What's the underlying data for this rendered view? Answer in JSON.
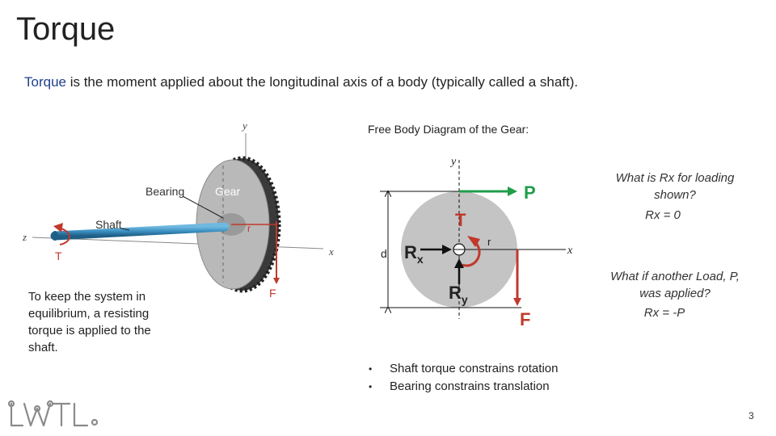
{
  "title": "Torque",
  "intro": {
    "keyword": "Torque",
    "rest": " is the moment applied about the longitudinal axis of a body (typically called a shaft)."
  },
  "left_diagram": {
    "axis_y": "y",
    "axis_z": "z",
    "axis_x": "x",
    "label_bearing": "Bearing",
    "label_gear": "Gear",
    "label_shaft": "Shaft",
    "label_r": "r",
    "label_T": "T",
    "label_F": "F"
  },
  "equilibrium_text": "To keep the system in equilibrium, a resisting torque is applied to the shaft.",
  "fbd": {
    "caption": "Free Body Diagram of the Gear:",
    "axis_y": "y",
    "axis_x": "x",
    "label_P": "P",
    "label_T": "T",
    "label_r": "r",
    "label_d": "d",
    "label_Rx_main": "R",
    "label_Rx_sub": "x",
    "label_Ry_main": "R",
    "label_Ry_sub": "y",
    "label_F": "F"
  },
  "questions": {
    "q1": "What is Rx for loading shown?",
    "a1": "Rx = 0",
    "q2": "What if another Load, P, was applied?",
    "a2": "Rx = -P"
  },
  "bullets": [
    "Shaft torque constrains rotation",
    "Bearing constrains translation"
  ],
  "logo_text": "LWTL",
  "page_number": "3",
  "colors": {
    "red": "#c0392b",
    "green": "#1f9e4a",
    "shaft_blue": "#3a8fc0",
    "keyword_blue": "#1f3f8f",
    "gear_gray": "#b9b9b9"
  }
}
